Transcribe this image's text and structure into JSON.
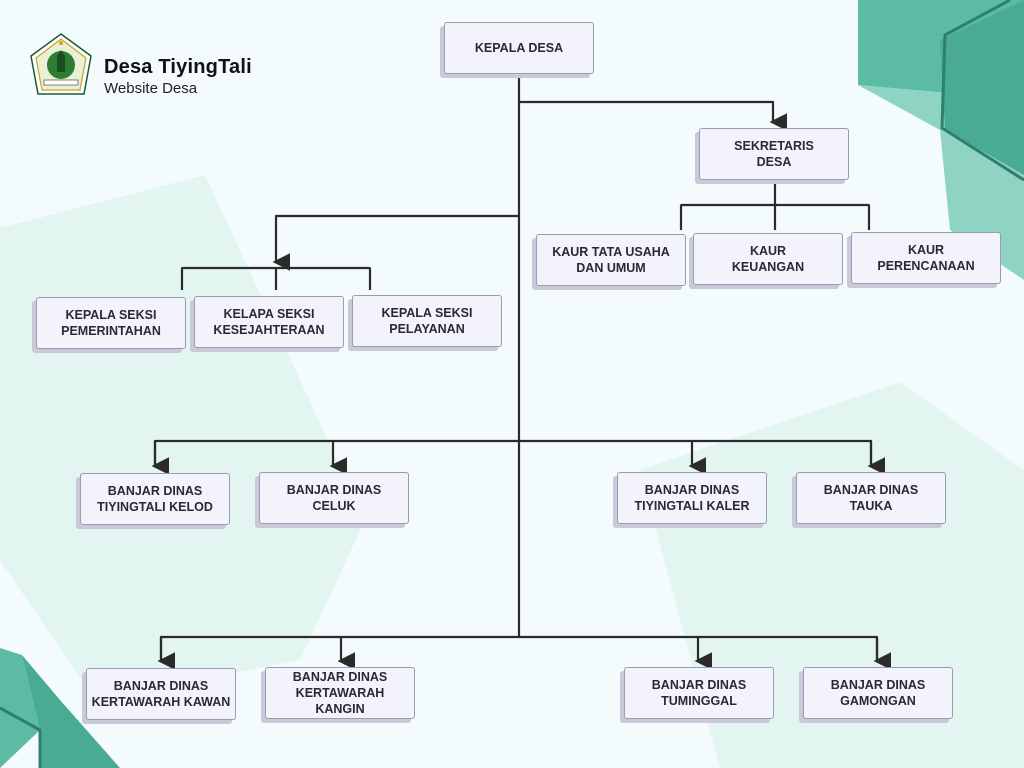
{
  "brand": {
    "title": "Desa TiyingTali",
    "subtitle": "Website Desa"
  },
  "colors": {
    "teal_dark": "#4db6a0",
    "teal_light": "#8fd3c3",
    "teal_pale": "#d7f1ea",
    "box_fill": "#f3f3fb",
    "box_border": "#9a9ab0",
    "line": "#2b2b2b"
  },
  "org": {
    "head": "KEPALA DESA",
    "secretary": "SEKRETARIS\nDESA",
    "kaur": [
      "KAUR TATA USAHA\nDAN UMUM",
      "KAUR\nKEUANGAN",
      "KAUR\nPERENCANAAN"
    ],
    "kasi": [
      "KEPALA SEKSI\nPEMERINTAHAN",
      "KELAPA SEKSI\nKESEJAHTERAAN",
      "KEPALA SEKSI\nPELAYANAN"
    ],
    "banjar_row1": [
      "BANJAR DINAS\nTIYINGTALI KELOD",
      "BANJAR DINAS\nCELUK",
      "BANJAR DINAS\nTIYINGTALI KALER",
      "BANJAR DINAS\nTAUKA"
    ],
    "banjar_row2": [
      "BANJAR DINAS\nKERTAWARAH KAWAN",
      "BANJAR DINAS\nKERTAWARAH  KANGIN",
      "BANJAR DINAS\nTUMINGGAL",
      "BANJAR DINAS\nGAMONGAN"
    ]
  }
}
